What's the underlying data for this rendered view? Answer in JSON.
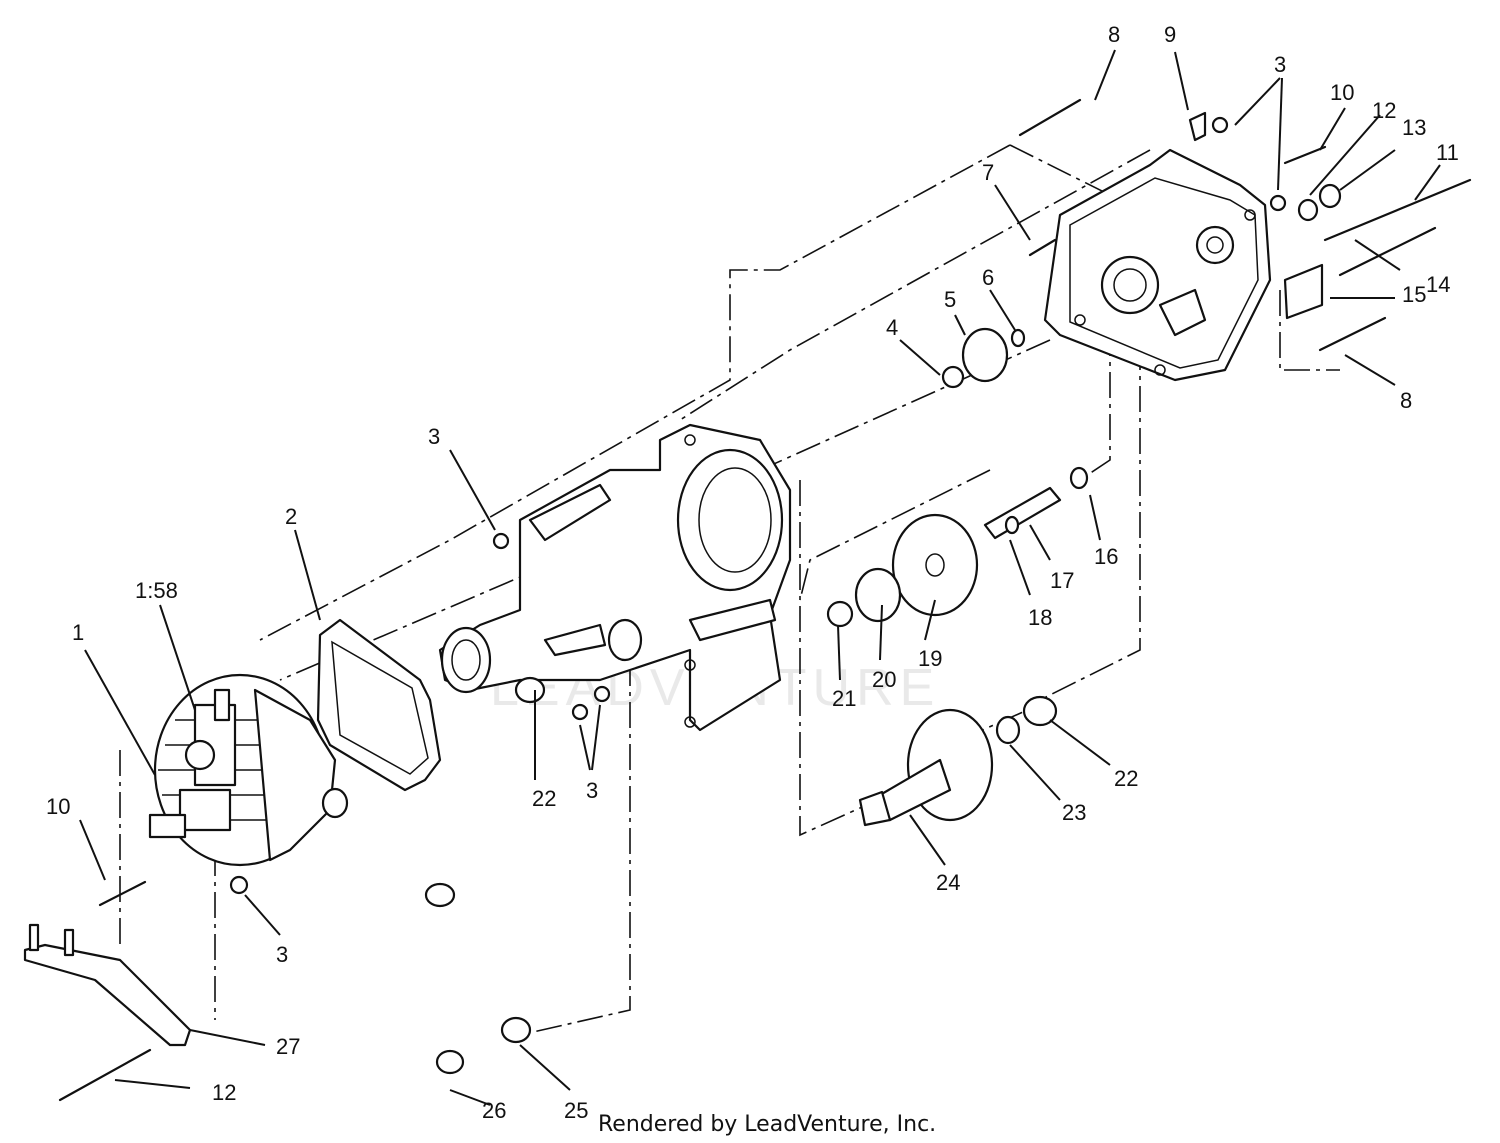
{
  "labels": {
    "l1": "1",
    "l1_58": "1:58",
    "l2": "2",
    "l3a": "3",
    "l3b": "3",
    "l3c": "3",
    "l3d": "3",
    "l4": "4",
    "l5": "5",
    "l6": "6",
    "l7": "7",
    "l8a": "8",
    "l8b": "8",
    "l9": "9",
    "l10a": "10",
    "l10b": "10",
    "l11": "11",
    "l12a": "12",
    "l12b": "12",
    "l13": "13",
    "l14": "14",
    "l15": "15",
    "l16": "16",
    "l17": "17",
    "l18": "18",
    "l19": "19",
    "l20": "20",
    "l21": "21",
    "l22a": "22",
    "l22b": "22",
    "l23": "23",
    "l24": "24",
    "l25": "25",
    "l26": "26",
    "l27": "27"
  },
  "credit": "Rendered by LeadVenture, Inc.",
  "watermark": "LEADVENTURE"
}
